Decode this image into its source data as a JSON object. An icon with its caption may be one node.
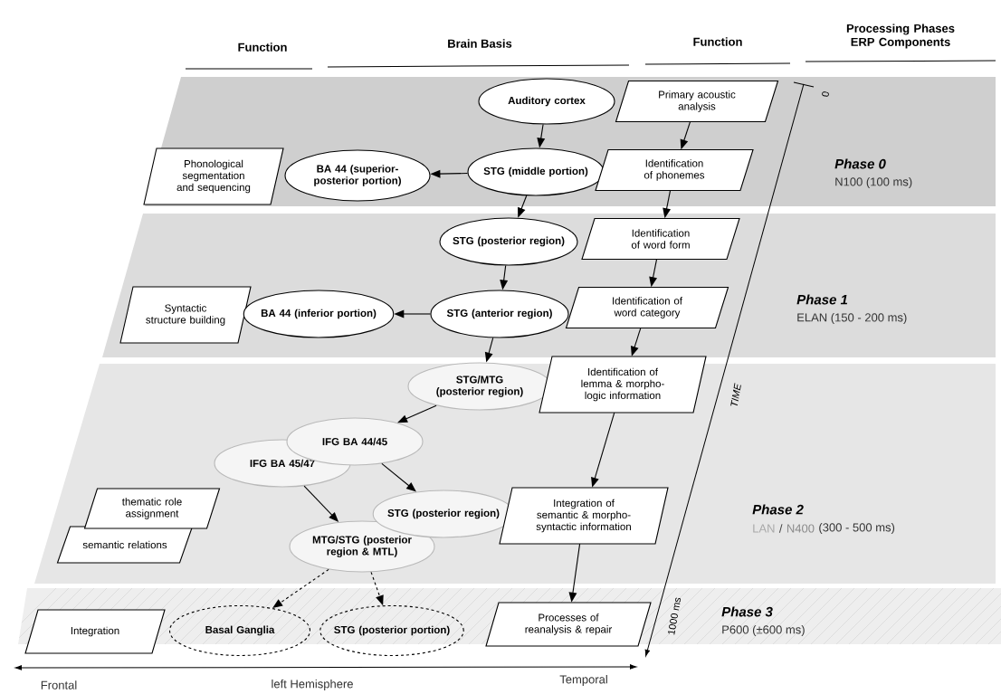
{
  "diagram": {
    "nodes": [
      {
        "text": [
          "Auditory cortex"
        ]
      },
      {
        "text": [
          "Primary acoustic analysis"
        ]
      },
      {
        "text": [
          "BA 44 (superior-posterior portion)"
        ]
      },
      {
        "text": [
          "STG (middle portion)"
        ]
      },
      {
        "text": [
          "Phonological segmentation and sequencing"
        ]
      },
      {
        "text": [
          "Identification of phonemes"
        ]
      },
      {
        "text": [
          "STG (posterior region)"
        ]
      },
      {
        "text": [
          "Identification of word form"
        ]
      },
      {
        "text": [
          "Syntactic structure building"
        ]
      },
      {
        "text": [
          "BA 44 (inferior portion)"
        ]
      },
      {
        "text": [
          "STG (anterior region)"
        ]
      },
      {
        "text": [
          "Identification of word category"
        ]
      },
      {
        "text": [
          "STG/MTG (posterior region)"
        ]
      },
      {
        "text": [
          "Identification of lemma & morpho-logic information"
        ]
      },
      {
        "text": [
          "IFG BA 44/45"
        ]
      },
      {
        "text": [
          "IFG BA 45/47"
        ]
      },
      {
        "text": [
          "thematic role assignment"
        ]
      },
      {
        "text": [
          "semantic relations"
        ]
      },
      {
        "text": [
          "STG (posterior region)"
        ]
      },
      {
        "text": [
          "MTG/STG (posterior region & MTL)"
        ]
      },
      {
        "text": [
          "Integration of semantic & morpho-syntactic information"
        ]
      },
      {
        "text": [
          "Integration"
        ]
      },
      {
        "text": [
          "Basal Ganglia"
        ]
      },
      {
        "text": [
          "STG (posterior portion)"
        ]
      },
      {
        "text": [
          "Processes of reanalysis & repair"
        ]
      }
    ],
    "edges": [
      {
        "from": 0,
        "to": 3,
        "arrow": "to"
      },
      {
        "from": 1,
        "to": 5,
        "arrow": "to"
      },
      {
        "from": 3,
        "to": 2,
        "arrow": "to"
      },
      {
        "from": 3,
        "to": 6,
        "arrow": "to"
      },
      {
        "from": 5,
        "to": 7,
        "arrow": "to"
      },
      {
        "from": 6,
        "to": 10,
        "arrow": "to"
      },
      {
        "from": 7,
        "to": 11,
        "arrow": "to"
      },
      {
        "from": 10,
        "to": 9,
        "arrow": "to"
      },
      {
        "from": 10,
        "to": 12,
        "arrow": "to"
      },
      {
        "from": 11,
        "to": 13,
        "arrow": "to"
      },
      {
        "from": 12,
        "to": 14,
        "arrow": "to"
      },
      {
        "from": 14,
        "to": 18,
        "arrow": "to"
      },
      {
        "from": 15,
        "to": 19,
        "arrow": "to"
      },
      {
        "from": 13,
        "to": 20,
        "arrow": "to"
      },
      {
        "from": 20,
        "to": 24,
        "arrow": "to"
      },
      {
        "from": 19,
        "to": 22,
        "arrow": "to",
        "style": "dashed"
      },
      {
        "from": 19,
        "to": 23,
        "arrow": "to",
        "style": "dashed"
      }
    ],
    "labels": [
      "Function",
      "Brain Basis",
      "Function",
      "Processing Phases ERP Components",
      "0",
      "Phase 0",
      "N100 (100 ms)",
      "Phase 1",
      "ELAN (150 - 200 ms)",
      "TIME",
      "Phase 2",
      "LAN",
      "/",
      "N400",
      "(300 - 500 ms)",
      "1000 ms",
      "Phase 3",
      "P600 (±600 ms)",
      "Frontal",
      "left Hemisphere",
      "Temporal"
    ]
  }
}
